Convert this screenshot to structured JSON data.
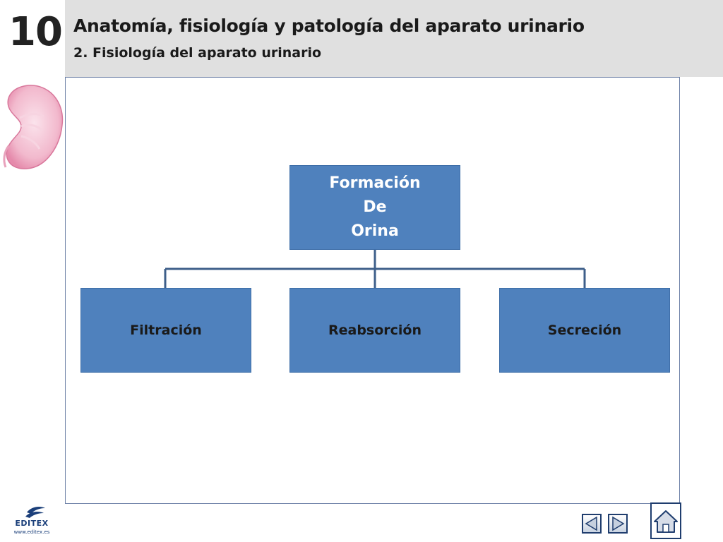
{
  "header": {
    "chapter_number": "10",
    "title": "Anatomía, fisiología y patología del aparato urinario",
    "subtitle": "2. Fisiología del aparato urinario"
  },
  "diagram": {
    "root": {
      "lines": [
        "Formación",
        "De",
        "Orina"
      ]
    },
    "children": [
      {
        "label": "Filtración"
      },
      {
        "label": "Reabsorción"
      },
      {
        "label": "Secreción"
      }
    ],
    "colors": {
      "box_fill": "#4f81bd",
      "connector": "#3e5f8a"
    }
  },
  "footer": {
    "logo_text": "EDITEX",
    "logo_url": "www.editex.es",
    "icons": {
      "previous": "triangle-left-icon",
      "next": "triangle-right-icon",
      "home": "house-icon"
    }
  }
}
